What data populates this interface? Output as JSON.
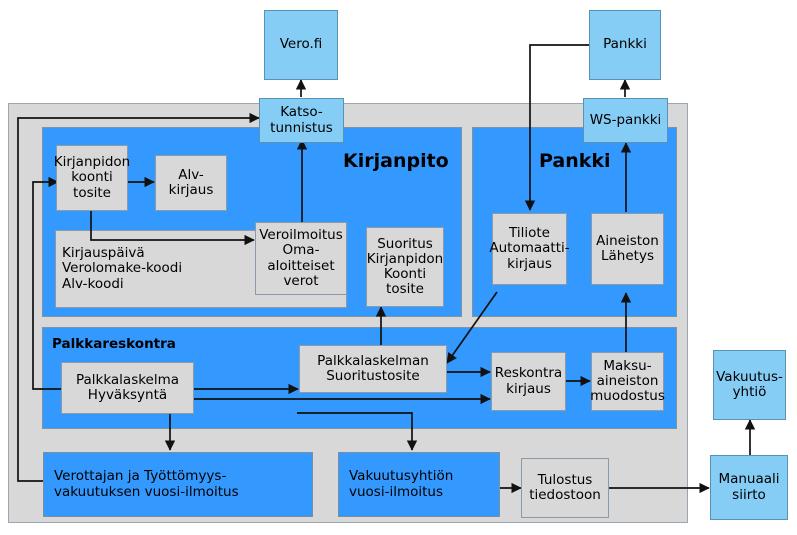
{
  "diagram": {
    "title": "Kirjanpito ja Pankki prosessikaavio",
    "colors": {
      "actor_fill": "#85cdf5",
      "process_fill": "#d8d8d8",
      "data_fill": "#3399ff",
      "panel_fill": "#3399ff",
      "container_fill": "#d8d8d8",
      "stroke": "#000000",
      "page_background": "#ffffff"
    },
    "panels": [
      {
        "id": "kirjanpito",
        "label": "Kirjanpito"
      },
      {
        "id": "pankki",
        "label": "Pankki"
      },
      {
        "id": "palkkareskontra",
        "label": "Palkkareskontra"
      }
    ],
    "nodes": {
      "vero_fi": "Vero.fi",
      "pankki_actor": "Pankki",
      "katso_tunnistus": "Katso-\ntunnistus",
      "ws_pankki": "WS-pankki",
      "kirjanpidon_koonti_tosite": "Kirjanpidon\nkoonti\ntosite",
      "alv_kirjaus": "Alv-kirjaus",
      "kirjauspaiva": "Kirjauspäivä\nVerolomake-koodi\nAlv-koodi",
      "veroilmoitus": "Veroilmoitus\nOma-aloitteiset\nverot",
      "suoritus_kirjanpidon_koonti_tosite": "Suoritus\nKirjanpidon\nKoonti\ntosite",
      "tiliote_automaattikirjaus": "Tiliote\nAutomaatti-\nkirjaus",
      "aineiston_lahetys": "Aineiston\nLähetys",
      "palkkalaskelma_hyvaksynta": "Palkkalaskelma\nHyväksyntä",
      "palkkalaskelman_suoritustosite": "Palkkalaskelman\nSuoritustosite",
      "reskontra_kirjaus": "Reskontra\nkirjaus",
      "maksuaineiston_muodostus": "Maksu-\naineiston\nmuodostus",
      "verottajan_vuosi_ilmoitus": "Verottajan ja Työttömyys-\nvakuutuksen vuosi-ilmoitus",
      "vakuutusyhtion_vuosi_ilmoitus": "Vakuutusyhtiön\nvuosi-ilmoitus",
      "tulostus_tiedostoon": "Tulostus\ntiedostoon",
      "vakuutusyhtio": "Vakuutus-\nyhtiö",
      "manuaali_siirto": "Manuaali\nsiirto"
    },
    "edges": [
      {
        "from": "katso_tunnistus",
        "to": "vero_fi"
      },
      {
        "from": "ws_pankki",
        "to": "pankki_actor"
      },
      {
        "from": "pankki_actor",
        "to": "tiliote_automaattikirjaus"
      },
      {
        "from": "veroilmoitus",
        "to": "katso_tunnistus"
      },
      {
        "from": "kirjanpidon_koonti_tosite",
        "to": "alv_kirjaus"
      },
      {
        "from": "kirjanpidon_koonti_tosite",
        "to": "veroilmoitus"
      },
      {
        "from": "palkkalaskelman_suoritustosite",
        "to": "suoritus_kirjanpidon_koonti_tosite"
      },
      {
        "from": "tiliote_automaattikirjaus",
        "to": "palkkalaskelman_suoritustosite"
      },
      {
        "from": "palkkalaskelma_hyvaksynta",
        "to": "palkkalaskelman_suoritustosite"
      },
      {
        "from": "palkkalaskelma_hyvaksynta",
        "to": "reskontra_kirjaus"
      },
      {
        "from": "palkkalaskelman_suoritustosite",
        "to": "reskontra_kirjaus"
      },
      {
        "from": "reskontra_kirjaus",
        "to": "maksuaineiston_muodostus"
      },
      {
        "from": "maksuaineiston_muodostus",
        "to": "aineiston_lahetys"
      },
      {
        "from": "aineiston_lahetys",
        "to": "ws_pankki"
      },
      {
        "from": "palkkalaskelma_hyvaksynta",
        "to": "verottajan_vuosi_ilmoitus"
      },
      {
        "from": "palkkalaskelma_hyvaksynta",
        "to": "vakuutusyhtion_vuosi_ilmoitus"
      },
      {
        "from": "palkkalaskelma_hyvaksynta",
        "to": "kirjanpidon_koonti_tosite"
      },
      {
        "from": "verottajan_vuosi_ilmoitus",
        "to": "katso_tunnistus"
      },
      {
        "from": "vakuutusyhtion_vuosi_ilmoitus",
        "to": "tulostus_tiedostoon"
      },
      {
        "from": "tulostus_tiedostoon",
        "to": "manuaali_siirto"
      },
      {
        "from": "manuaali_siirto",
        "to": "vakuutusyhtio"
      }
    ]
  }
}
